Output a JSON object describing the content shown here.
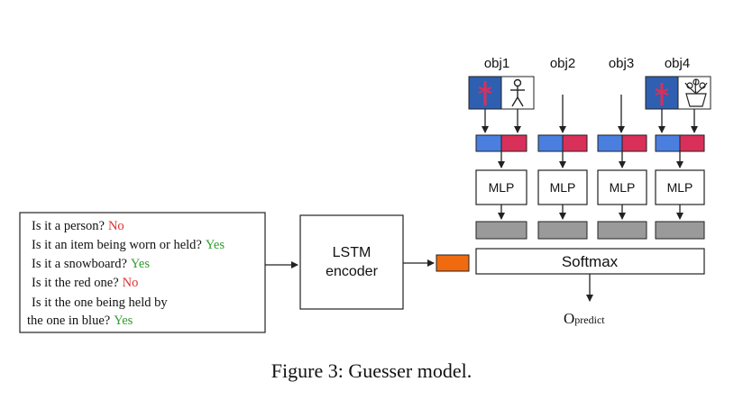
{
  "objects": [
    {
      "label": "obj1"
    },
    {
      "label": "obj2"
    },
    {
      "label": "obj3"
    },
    {
      "label": "obj4"
    }
  ],
  "dialogue": [
    {
      "question": "Is it a person?",
      "answer": "No",
      "answer_color": "#e03030"
    },
    {
      "question": "Is it an item being worn or held?",
      "answer": "Yes",
      "answer_color": "#2e9a2e"
    },
    {
      "question": "Is it a snowboard?",
      "answer": "Yes",
      "answer_color": "#2e9a2e"
    },
    {
      "question": "Is it the red one?",
      "answer": "No",
      "answer_color": "#e03030"
    },
    {
      "question": "Is it the one being held by",
      "answer": "",
      "answer_color": ""
    },
    {
      "question": "the one in blue?",
      "answer": "Yes",
      "answer_color": "#2e9a2e"
    }
  ],
  "encoder": {
    "line1": "LSTM",
    "line2": "encoder"
  },
  "mlp_label": "MLP",
  "softmax_label": "Softmax",
  "output": {
    "main": "O",
    "subscript": "predict"
  },
  "caption": "Figure 3: Guesser model.",
  "colors": {
    "embed_blue": "#4a7fe0",
    "embed_red": "#d9305a",
    "hidden_gray": "#9a9a9a",
    "encoder_out_orange": "#f06a10",
    "image_blue": "#2f5fb0",
    "yes_green": "#2e9a2e",
    "no_red": "#e03030"
  },
  "icons": [
    "snowboard-icon",
    "person-icon",
    "snowboard-icon",
    "plant-icon"
  ]
}
